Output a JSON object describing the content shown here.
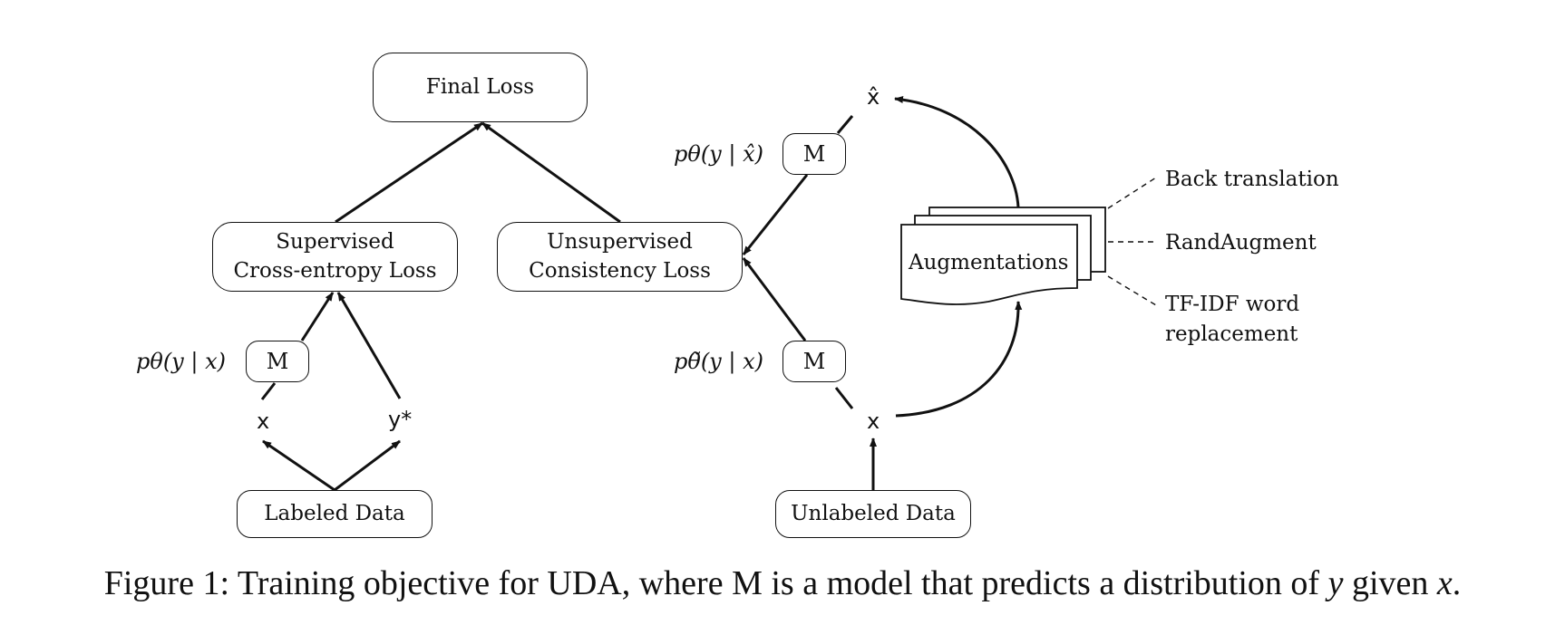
{
  "boxes": {
    "final_loss": "Final Loss",
    "supervised_loss": [
      "Supervised",
      "Cross-entropy Loss"
    ],
    "unsupervised_loss": [
      "Unsupervised",
      "Consistency Loss"
    ],
    "labeled_data": "Labeled Data",
    "unlabeled_data": "Unlabeled Data",
    "augmentations": "Augmentations",
    "model": "M"
  },
  "variables": {
    "x_labeled": "x",
    "y_star": "y*",
    "x_unlabeled": "x",
    "x_hat": "x̂"
  },
  "probabilities": {
    "p_supervised": "pθ(y | x)",
    "p_unlabeled": "pθ̃(y | x)",
    "p_augmented": "pθ(y | x̂)"
  },
  "augmentation_methods": [
    "Back translation",
    "RandAugment",
    "TF-IDF word",
    "replacement"
  ],
  "caption": {
    "prefix": "Figure 1: Training objective for UDA, where M is a model that predicts a distribution of ",
    "var_y": "y",
    "middle": " given ",
    "var_x": "x",
    "suffix": "."
  }
}
